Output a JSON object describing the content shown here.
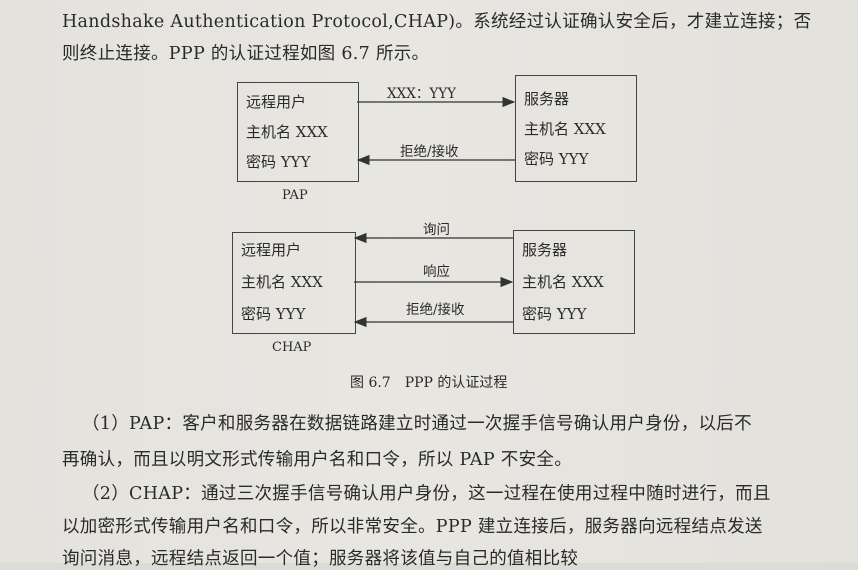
{
  "text": {
    "line1": "Handshake Authentication Protocol,CHAP)。系统经过认证确认安全后，才建立连接；否",
    "line2": "则终止连接。PPP 的认证过程如图 6.7 所示。",
    "para1_l1": "（1）PAP：客户和服务器在数据链路建立时通过一次握手信号确认用户身份，以后不",
    "para1_l2": "再确认，而且以明文形式传输用户名和口令，所以 PAP 不安全。",
    "para2_l1": "（2）CHAP：通过三次握手信号确认用户身份，这一过程在使用过程中随时进行，而且",
    "para2_l2": "以加密形式传输用户名和口令，所以非常安全。PPP 建立连接后，服务器向远程结点发送",
    "para2_l3": "询问消息，远程结点返回一个值；服务器将该值与自己的值相比较"
  },
  "figure": {
    "caption": "图 6.7　PPP 的认证过程",
    "pap": {
      "label": "PAP",
      "client": [
        "远程用户",
        "主机名 XXX",
        "密码 YYY"
      ],
      "server": [
        "服务器",
        "主机名 XXX",
        "密码 YYY"
      ],
      "msg1": "XXX：YYY",
      "msg2": "拒绝/接收"
    },
    "chap": {
      "label": "CHAP",
      "client": [
        "远程用户",
        "主机名 XXX",
        "密码 YYY"
      ],
      "server": [
        "服务器",
        "主机名 XXX",
        "密码 YYY"
      ],
      "msg1": "询问",
      "msg2": "响应",
      "msg3": "拒绝/接收"
    }
  }
}
